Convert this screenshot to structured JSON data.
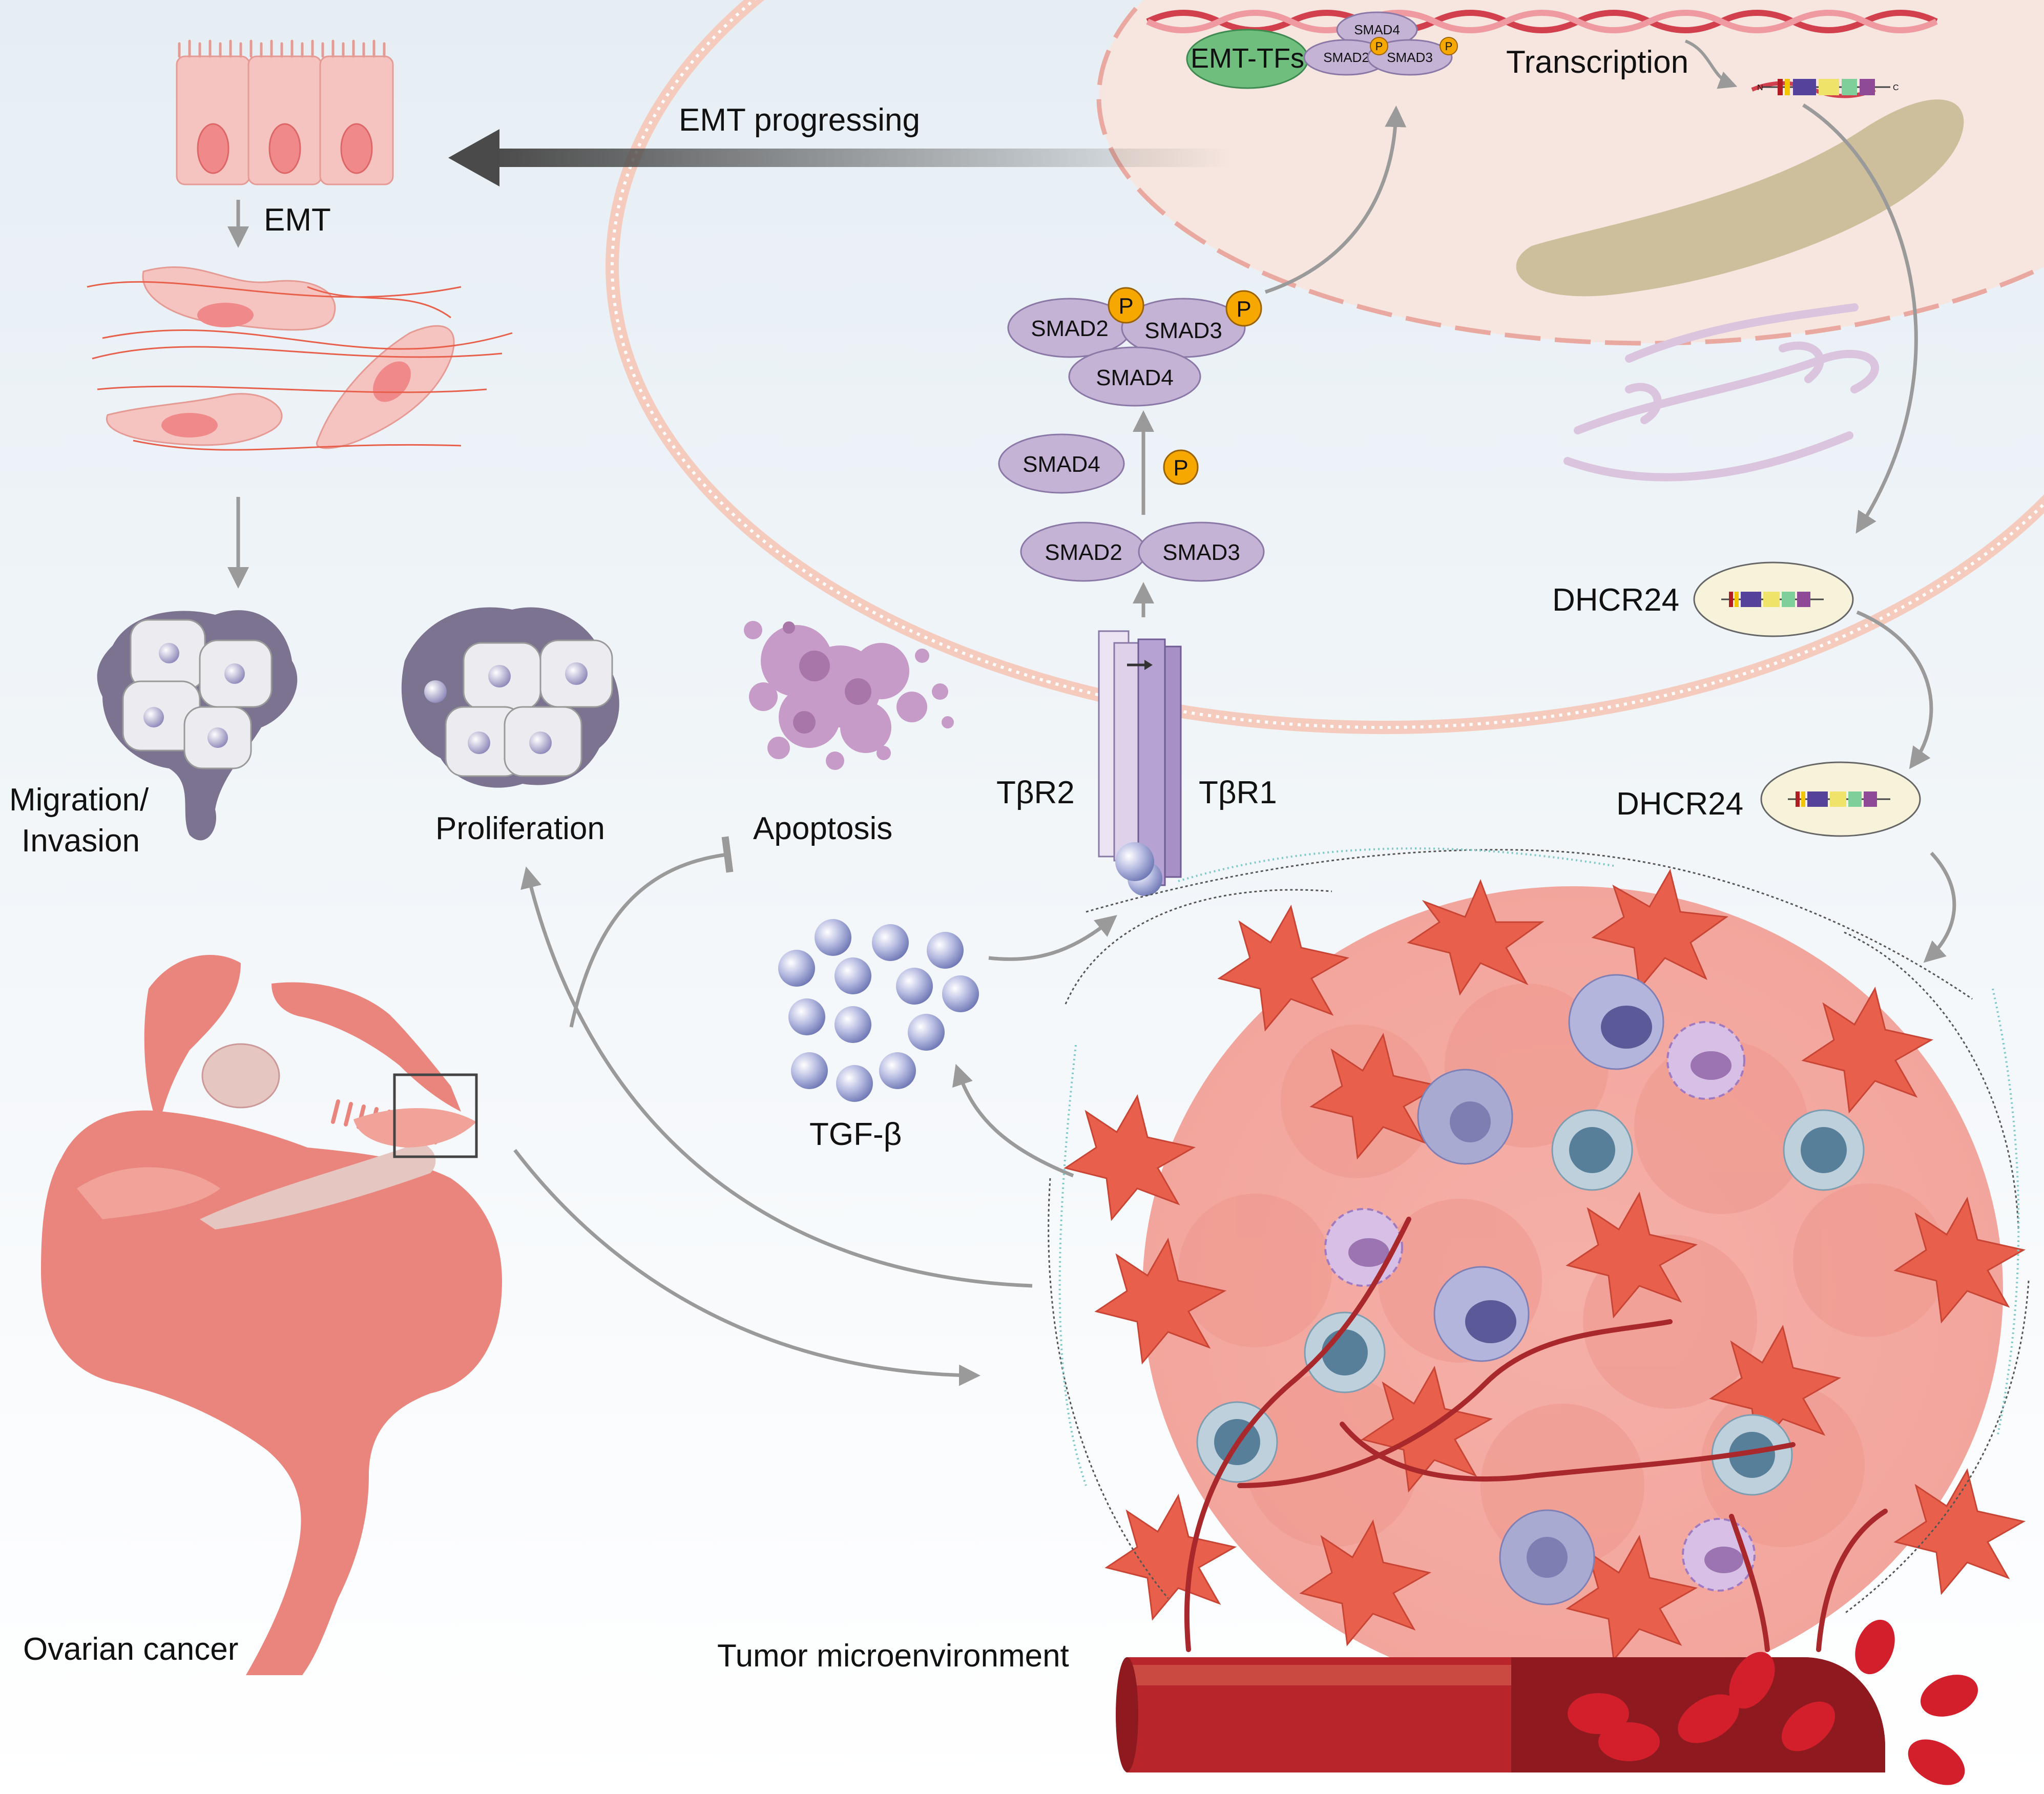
{
  "labels": {
    "emt": "EMT",
    "migration_invasion": [
      "Migration/",
      "Invasion"
    ],
    "proliferation": "Proliferation",
    "apoptosis": "Apoptosis",
    "emt_progressing": "EMT progressing",
    "transcription": "Transcription",
    "emt_tfs": "EMT-TFs",
    "tbr2": "TβR2",
    "tbr1": "TβR1",
    "tgf_beta": "TGF-β",
    "dhcr24_a": "DHCR24",
    "dhcr24_b": "DHCR24",
    "ovarian_cancer": "Ovarian cancer",
    "tumor_microenvironment": "Tumor microenvironment"
  },
  "smad": {
    "s2": "SMAD2",
    "s3": "SMAD3",
    "s4": "SMAD4",
    "p": "P",
    "gene_n": "N",
    "gene_c": "C"
  },
  "colors": {
    "nucleus": "#f6e6df",
    "smad": "#c5b3d6",
    "phospho": "#f6a800",
    "emt_tf": "#6fbe7e",
    "receptor_light": "#ddd2ea",
    "receptor_dark": "#a790c4",
    "tgf_ball": "#a7aed8",
    "tissue": "#e9857c",
    "caf": "#e8604b",
    "blood": "#c9202a",
    "arrow": "#9a9a9a"
  }
}
